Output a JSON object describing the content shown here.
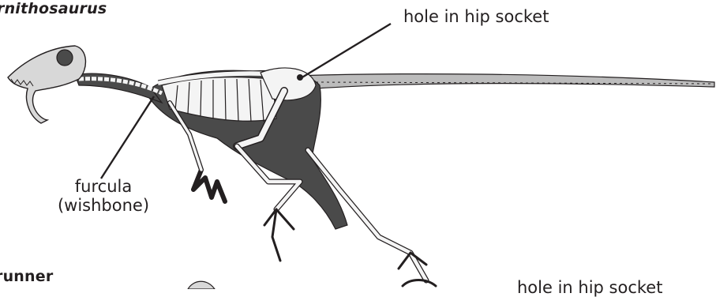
{
  "figure": {
    "top_species": "rnithosaurus",
    "bottom_species": "runner",
    "labels": {
      "hip_socket_top": "hole in hip socket",
      "furcula_line1": "furcula",
      "furcula_line2": "(wishbone)",
      "hip_socket_bottom": "hole in hip socket"
    }
  },
  "colors": {
    "ink": "#231f20",
    "body_fill": "#4a4a4a",
    "bone": "#f4f4f4",
    "shade": "#8a8a8a"
  }
}
